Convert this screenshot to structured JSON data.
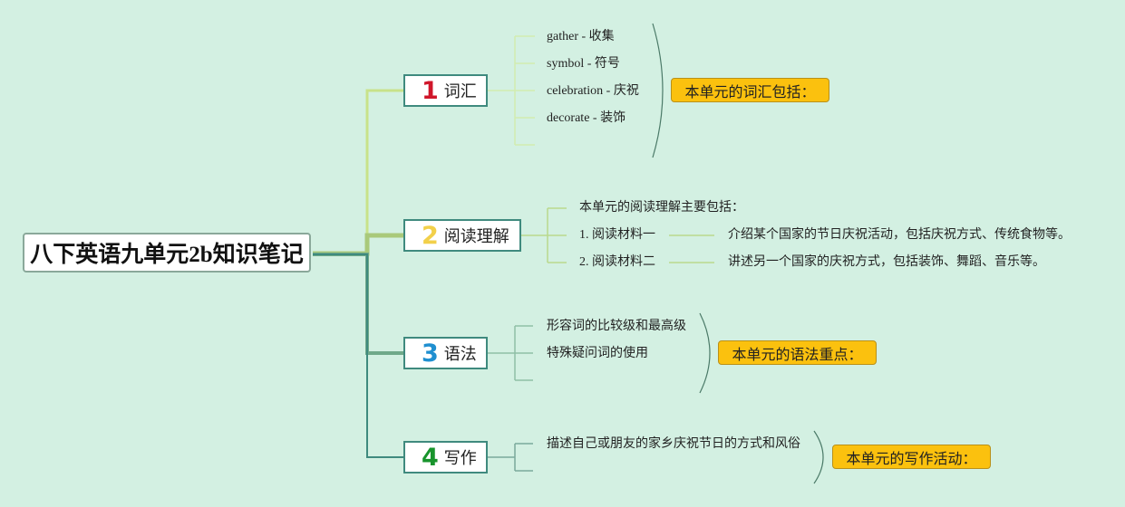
{
  "root": {
    "title": "八下英语九单元2b知识笔记"
  },
  "branches": [
    {
      "number": "1",
      "number_color": "#d0162a",
      "label": "词汇",
      "items": [
        "gather - 收集",
        "symbol - 符号",
        "celebration - 庆祝",
        "decorate - 装饰"
      ],
      "summary": "本单元的词汇包括："
    },
    {
      "number": "2",
      "number_color": "#f2d04a",
      "label": "阅读理解",
      "intro": "本单元的阅读理解主要包括：",
      "items": [
        {
          "title": "1. 阅读材料一",
          "desc": "介绍某个国家的节日庆祝活动，包括庆祝方式、传统食物等。"
        },
        {
          "title": "2. 阅读材料二",
          "desc": "讲述另一个国家的庆祝方式，包括装饰、舞蹈、音乐等。"
        }
      ]
    },
    {
      "number": "3",
      "number_color": "#1f8fd0",
      "label": "语法",
      "items": [
        "形容词的比较级和最高级",
        "特殊疑问词的使用"
      ],
      "summary": "本单元的语法重点："
    },
    {
      "number": "4",
      "number_color": "#18942c",
      "label": "写作",
      "items": [
        "描述自己或朋友的家乡庆祝节日的方式和风俗"
      ],
      "summary": "本单元的写作活动："
    }
  ],
  "colors": {
    "background": "#d3f0e2",
    "connector_1": "#c8e28a",
    "connector_2": "#a9c97a",
    "connector_3": "#6fa98a",
    "connector_4": "#3f8a7e",
    "summary_fill": "#fbc10e"
  }
}
